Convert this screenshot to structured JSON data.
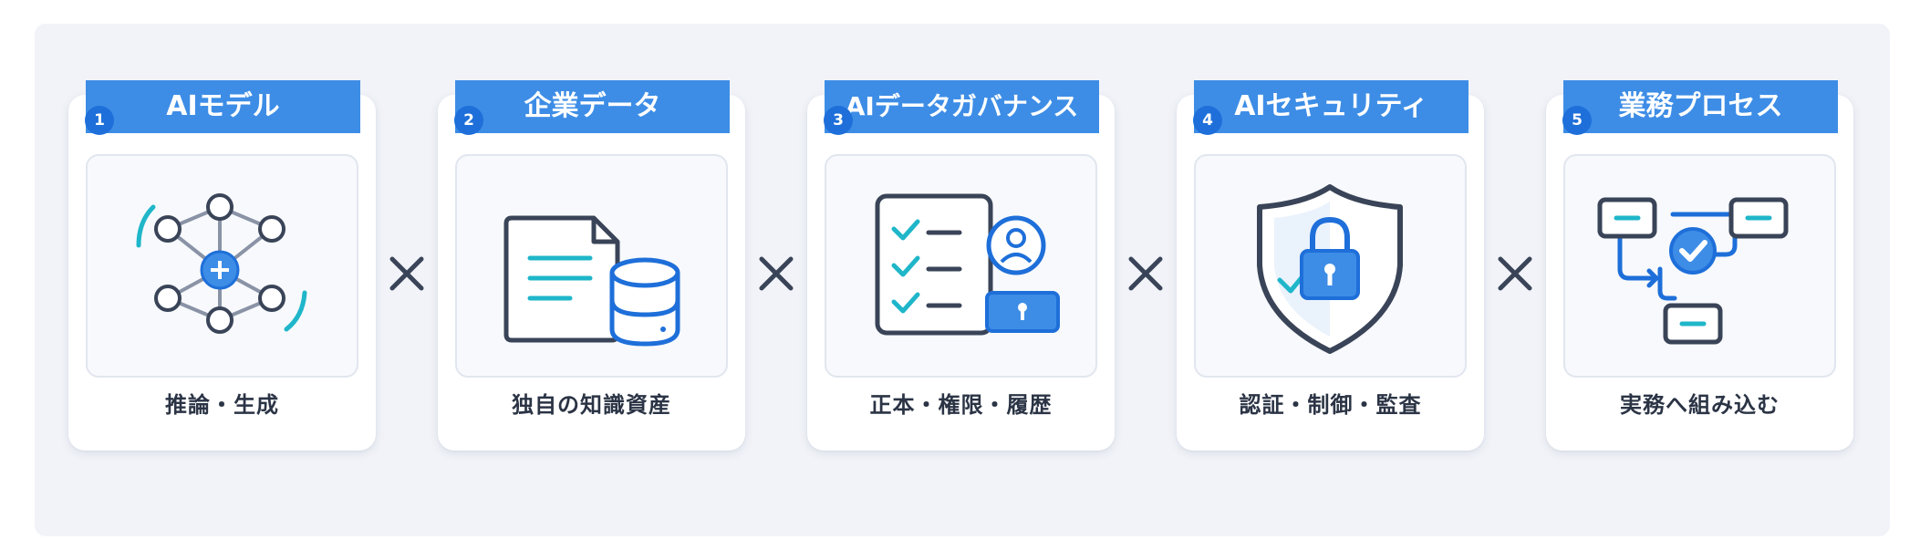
{
  "steps": [
    {
      "number": "1",
      "title": "AIモデル",
      "caption": "推論・生成",
      "icon": "neural-network-icon"
    },
    {
      "number": "2",
      "title": "企業データ",
      "caption": "独自の知識資産",
      "icon": "document-database-icon"
    },
    {
      "number": "3",
      "title": "AIデータガバナンス",
      "caption": "正本・権限・履歴",
      "icon": "checklist-user-lock-icon"
    },
    {
      "number": "4",
      "title": "AIセキュリティ",
      "caption": "認証・制御・監査",
      "icon": "shield-lock-icon"
    },
    {
      "number": "5",
      "title": "業務プロセス",
      "caption": "実務へ組み込む",
      "icon": "workflow-icon"
    }
  ],
  "colors": {
    "accent": "#3d8de6",
    "badge": "#1e6fd9",
    "outline": "#3a4458",
    "teal": "#1fb6c9",
    "background": "#f1f3f8"
  }
}
